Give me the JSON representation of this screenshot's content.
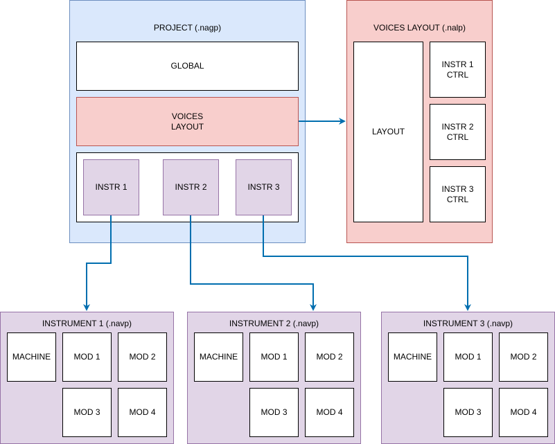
{
  "project": {
    "title": "PROJECT (.nagp)",
    "global": "GLOBAL",
    "voices_layout": "VOICES\nLAYOUT",
    "instr1": "INSTR 1",
    "instr2": "INSTR 2",
    "instr3": "INSTR 3"
  },
  "voices_layout_file": {
    "title": "VOICES LAYOUT (.nalp)",
    "layout": "LAYOUT",
    "ctrl1": "INSTR 1\nCTRL",
    "ctrl2": "INSTR 2\nCTRL",
    "ctrl3": "INSTR 3\nCTRL"
  },
  "instruments": [
    {
      "title": "INSTRUMENT 1 (.navp)",
      "machine": "MACHINE",
      "mod1": "MOD 1",
      "mod2": "MOD 2",
      "mod3": "MOD 3",
      "mod4": "MOD 4"
    },
    {
      "title": "INSTRUMENT 2 (.navp)",
      "machine": "MACHINE",
      "mod1": "MOD 1",
      "mod2": "MOD 2",
      "mod3": "MOD 3",
      "mod4": "MOD 4"
    },
    {
      "title": "INSTRUMENT 3 (.navp)",
      "machine": "MACHINE",
      "mod1": "MOD 1",
      "mod2": "MOD 2",
      "mod3": "MOD 3",
      "mod4": "MOD 4"
    }
  ],
  "colors": {
    "project_fill": "#dae8fc",
    "layout_fill": "#f8cecc",
    "instrument_fill": "#e1d5e7",
    "arrow": "#006eaf"
  }
}
